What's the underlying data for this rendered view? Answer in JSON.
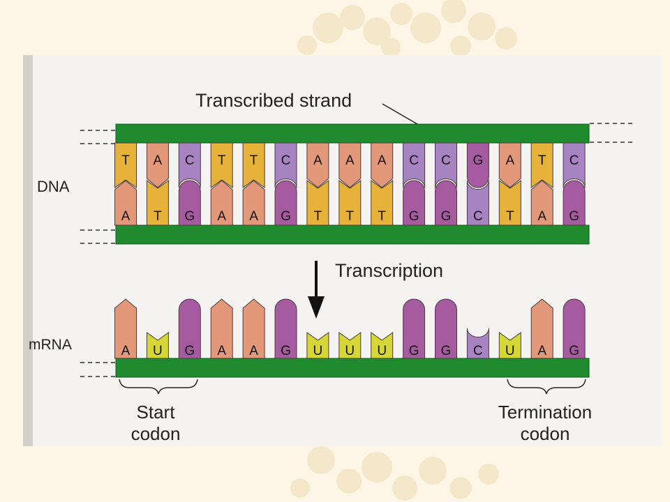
{
  "labels": {
    "transcribed_strand": "Transcribed strand",
    "dna": "DNA",
    "mrna": "mRNA",
    "transcription": "Transcription",
    "start_codon_line1": "Start",
    "start_codon_line2": "codon",
    "termination_codon_line1": "Termination",
    "termination_codon_line2": "codon"
  },
  "dna": {
    "transcribed_strand": [
      "T",
      "A",
      "C",
      "T",
      "T",
      "C",
      "A",
      "A",
      "A",
      "C",
      "C",
      "G",
      "A",
      "T",
      "C"
    ],
    "coding_strand": [
      "A",
      "T",
      "G",
      "A",
      "A",
      "G",
      "T",
      "T",
      "T",
      "G",
      "G",
      "C",
      "T",
      "A",
      "G"
    ]
  },
  "mrna": [
    "A",
    "U",
    "G",
    "A",
    "A",
    "G",
    "U",
    "U",
    "U",
    "G",
    "G",
    "C",
    "U",
    "A",
    "G"
  ],
  "colors": {
    "backbone": "#1f8a2e",
    "A": "#e3987a",
    "T": "#e6b23a",
    "U": "#d6d637",
    "G": "#a65aa0",
    "C": "#a883c2",
    "page_background": "#fdf6e6",
    "figure_background": "#f5f4f2"
  }
}
